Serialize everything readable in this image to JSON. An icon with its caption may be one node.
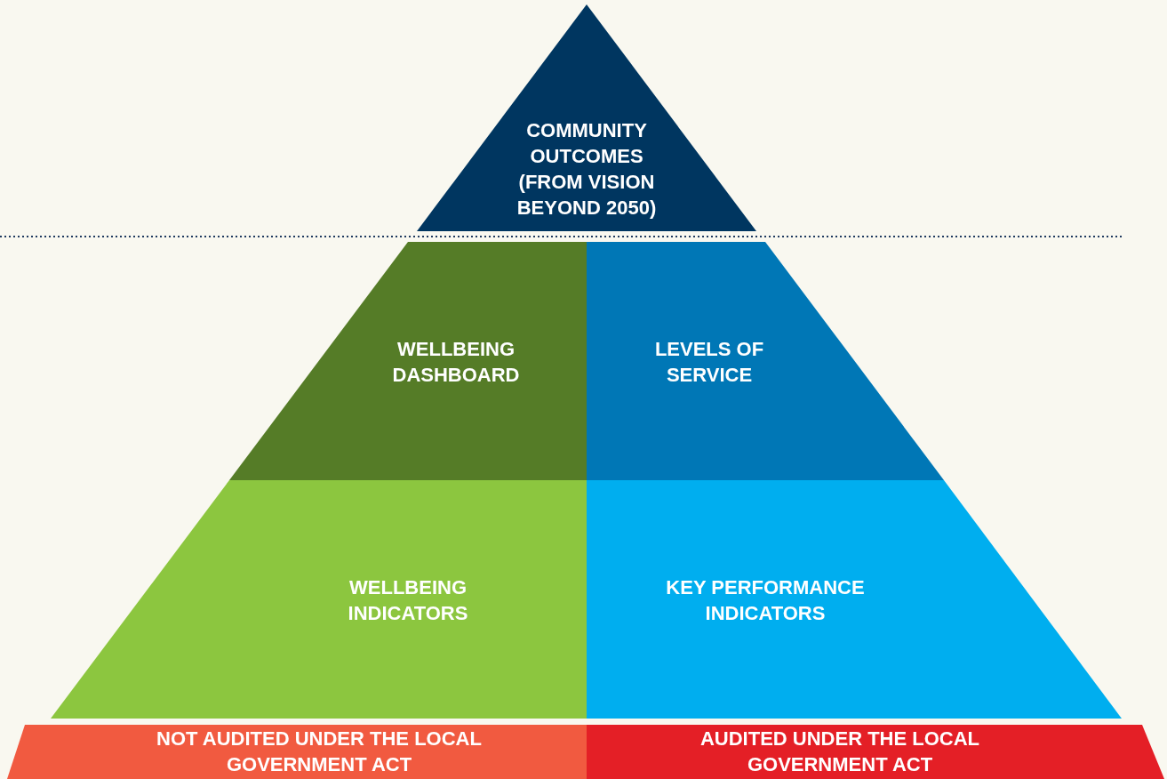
{
  "diagram": {
    "nodes": [
      {
        "text": [
          "COMMUNITY OUTCOMES (FROM VISION BEYOND 2050)"
        ]
      },
      {
        "text": [
          "WELLBEING DASHBOARD"
        ]
      },
      {
        "text": [
          "LEVELS OF SERVICE"
        ]
      },
      {
        "text": [
          "WELLBEING INDICATORS"
        ]
      },
      {
        "text": [
          "KEY PERFORMANCE INDICATORS"
        ]
      },
      {
        "text": [
          "NOT AUDITED UNDER THE LOCAL GOVERNMENT ACT"
        ]
      },
      {
        "text": [
          "AUDITED UNDER THE LOCAL GOVERNMENT ACT"
        ]
      }
    ]
  }
}
